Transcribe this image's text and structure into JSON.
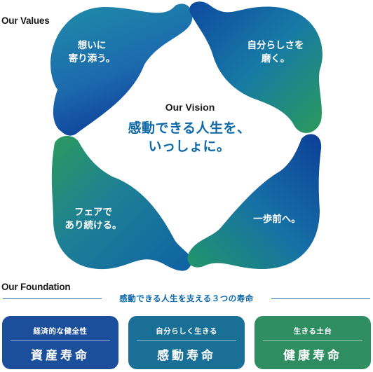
{
  "values": {
    "heading": "Our Values",
    "items": [
      {
        "label": "想いに\n寄り添う。"
      },
      {
        "label": "自分らしさを\n磨く。"
      },
      {
        "label": "フェアで\nあり続ける。"
      },
      {
        "label": "一歩前へ。"
      }
    ]
  },
  "vision": {
    "heading": "Our Vision",
    "line1": "感動できる人生を、",
    "line2": "いっしょに。"
  },
  "foundation": {
    "heading": "Our Foundation",
    "subtitle": "感動できる人生を支える３つの寿命",
    "cards": [
      {
        "subtitle": "経済的な健全性",
        "title": "資産寿命",
        "color": "#1c4f9b"
      },
      {
        "subtitle": "自分らしく生きる",
        "title": "感動寿命",
        "color": "#1a6f96"
      },
      {
        "subtitle": "生きる土台",
        "title": "健康寿命",
        "color": "#2e8e62"
      }
    ]
  },
  "colors": {
    "blue": "#0e4fa0",
    "green": "#2a9a5e",
    "accent": "#0d68a8"
  }
}
